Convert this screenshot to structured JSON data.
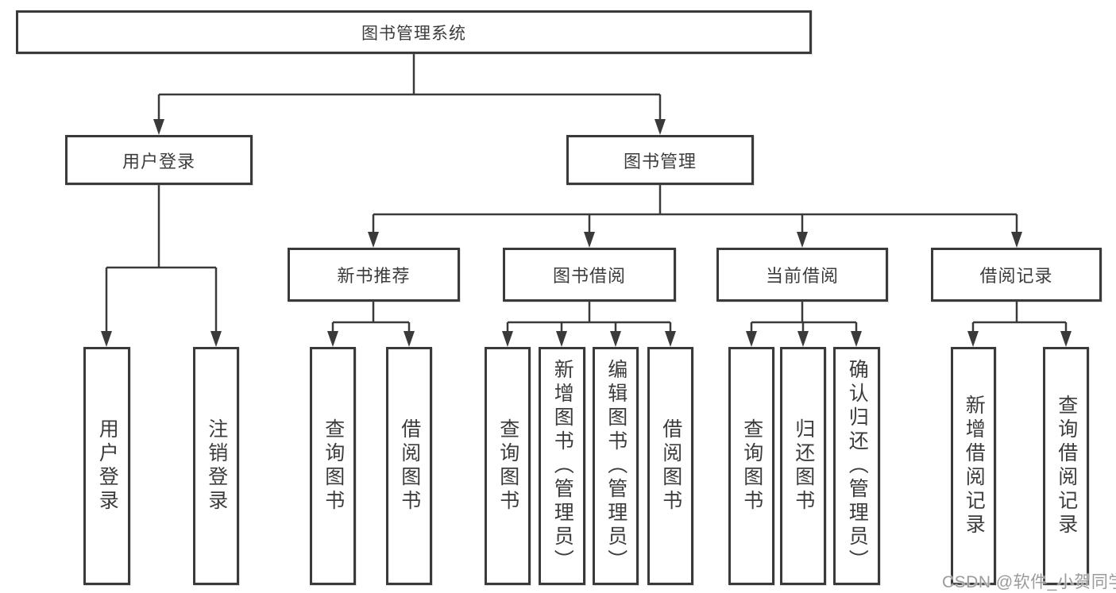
{
  "tree": {
    "root": "图书管理系统",
    "children": [
      {
        "label": "用户登录",
        "children": [
          {
            "label": "用户登录"
          },
          {
            "label": "注销登录"
          }
        ]
      },
      {
        "label": "图书管理",
        "children": [
          {
            "label": "新书推荐",
            "children": [
              {
                "label": "查询图书"
              },
              {
                "label": "借阅图书"
              }
            ]
          },
          {
            "label": "图书借阅",
            "children": [
              {
                "label": "查询图书"
              },
              {
                "label": "新增图书（管理员）"
              },
              {
                "label": "编辑图书（管理员）"
              },
              {
                "label": "借阅图书"
              }
            ]
          },
          {
            "label": "当前借阅",
            "children": [
              {
                "label": "查询图书"
              },
              {
                "label": "归还图书"
              },
              {
                "label": "确认归还（管理员）"
              }
            ]
          },
          {
            "label": "借阅记录",
            "children": [
              {
                "label": "新增借阅记录"
              },
              {
                "label": "查询借阅记录"
              }
            ]
          }
        ]
      }
    ]
  },
  "watermark": {
    "text": "CSDN @软件_小贺同学"
  },
  "colors": {
    "line": "#3a3a3a",
    "node_border": "#3a3a3a",
    "text": "#3c3c3c",
    "watermark": "#9b9b9b",
    "background": "#ffffff"
  }
}
